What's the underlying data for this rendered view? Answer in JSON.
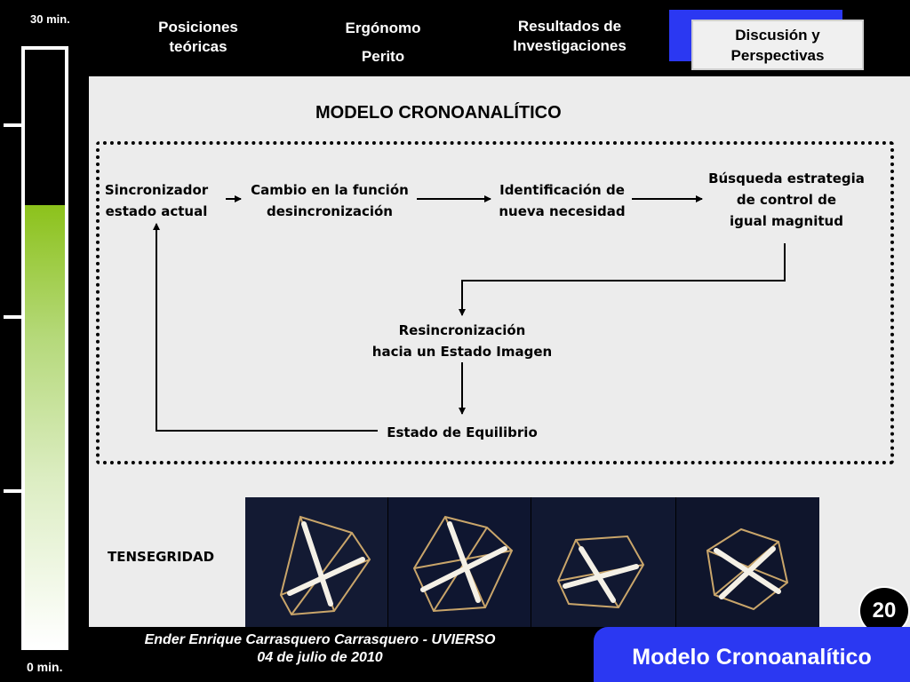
{
  "timer": {
    "top_label": "30 min.",
    "bottom_label": "0 min.",
    "progress": 0.74
  },
  "nav": {
    "items": [
      {
        "line1": "Posiciones",
        "line2": "teóricas"
      },
      {
        "line1": "Ergónomo",
        "line2": "Perito"
      },
      {
        "line1": "Resultados de",
        "line2": "Investigaciones"
      },
      {
        "line1": "Discusión y",
        "line2": "Perspectivas"
      }
    ],
    "active_index": 3
  },
  "panel": {
    "title": "MODELO CRONOANALÍTICO",
    "nodes": {
      "n1": [
        "Sincronizador",
        "estado actual"
      ],
      "n2": [
        "Cambio en la función",
        "desincronización"
      ],
      "n3": [
        "Identificación de",
        "nueva necesidad"
      ],
      "n4": [
        "Búsqueda estrategia",
        "de control de",
        "igual magnitud"
      ],
      "n5": [
        "Resincronización",
        "hacia un Estado Imagen"
      ],
      "n6": [
        "Estado de Equilibrio"
      ]
    },
    "tensegrity_label": "TENSEGRIDAD"
  },
  "slide_number": "20",
  "footer": {
    "author": "Ender Enrique Carrasquero Carrasquero - UVIERSO",
    "date": "04 de julio de 2010",
    "section_title": "Modelo Cronoanalítico"
  },
  "colors": {
    "accent_blue": "#2b38f2",
    "progress_green": "#8cc21b",
    "panel_bg": "#ececec"
  }
}
